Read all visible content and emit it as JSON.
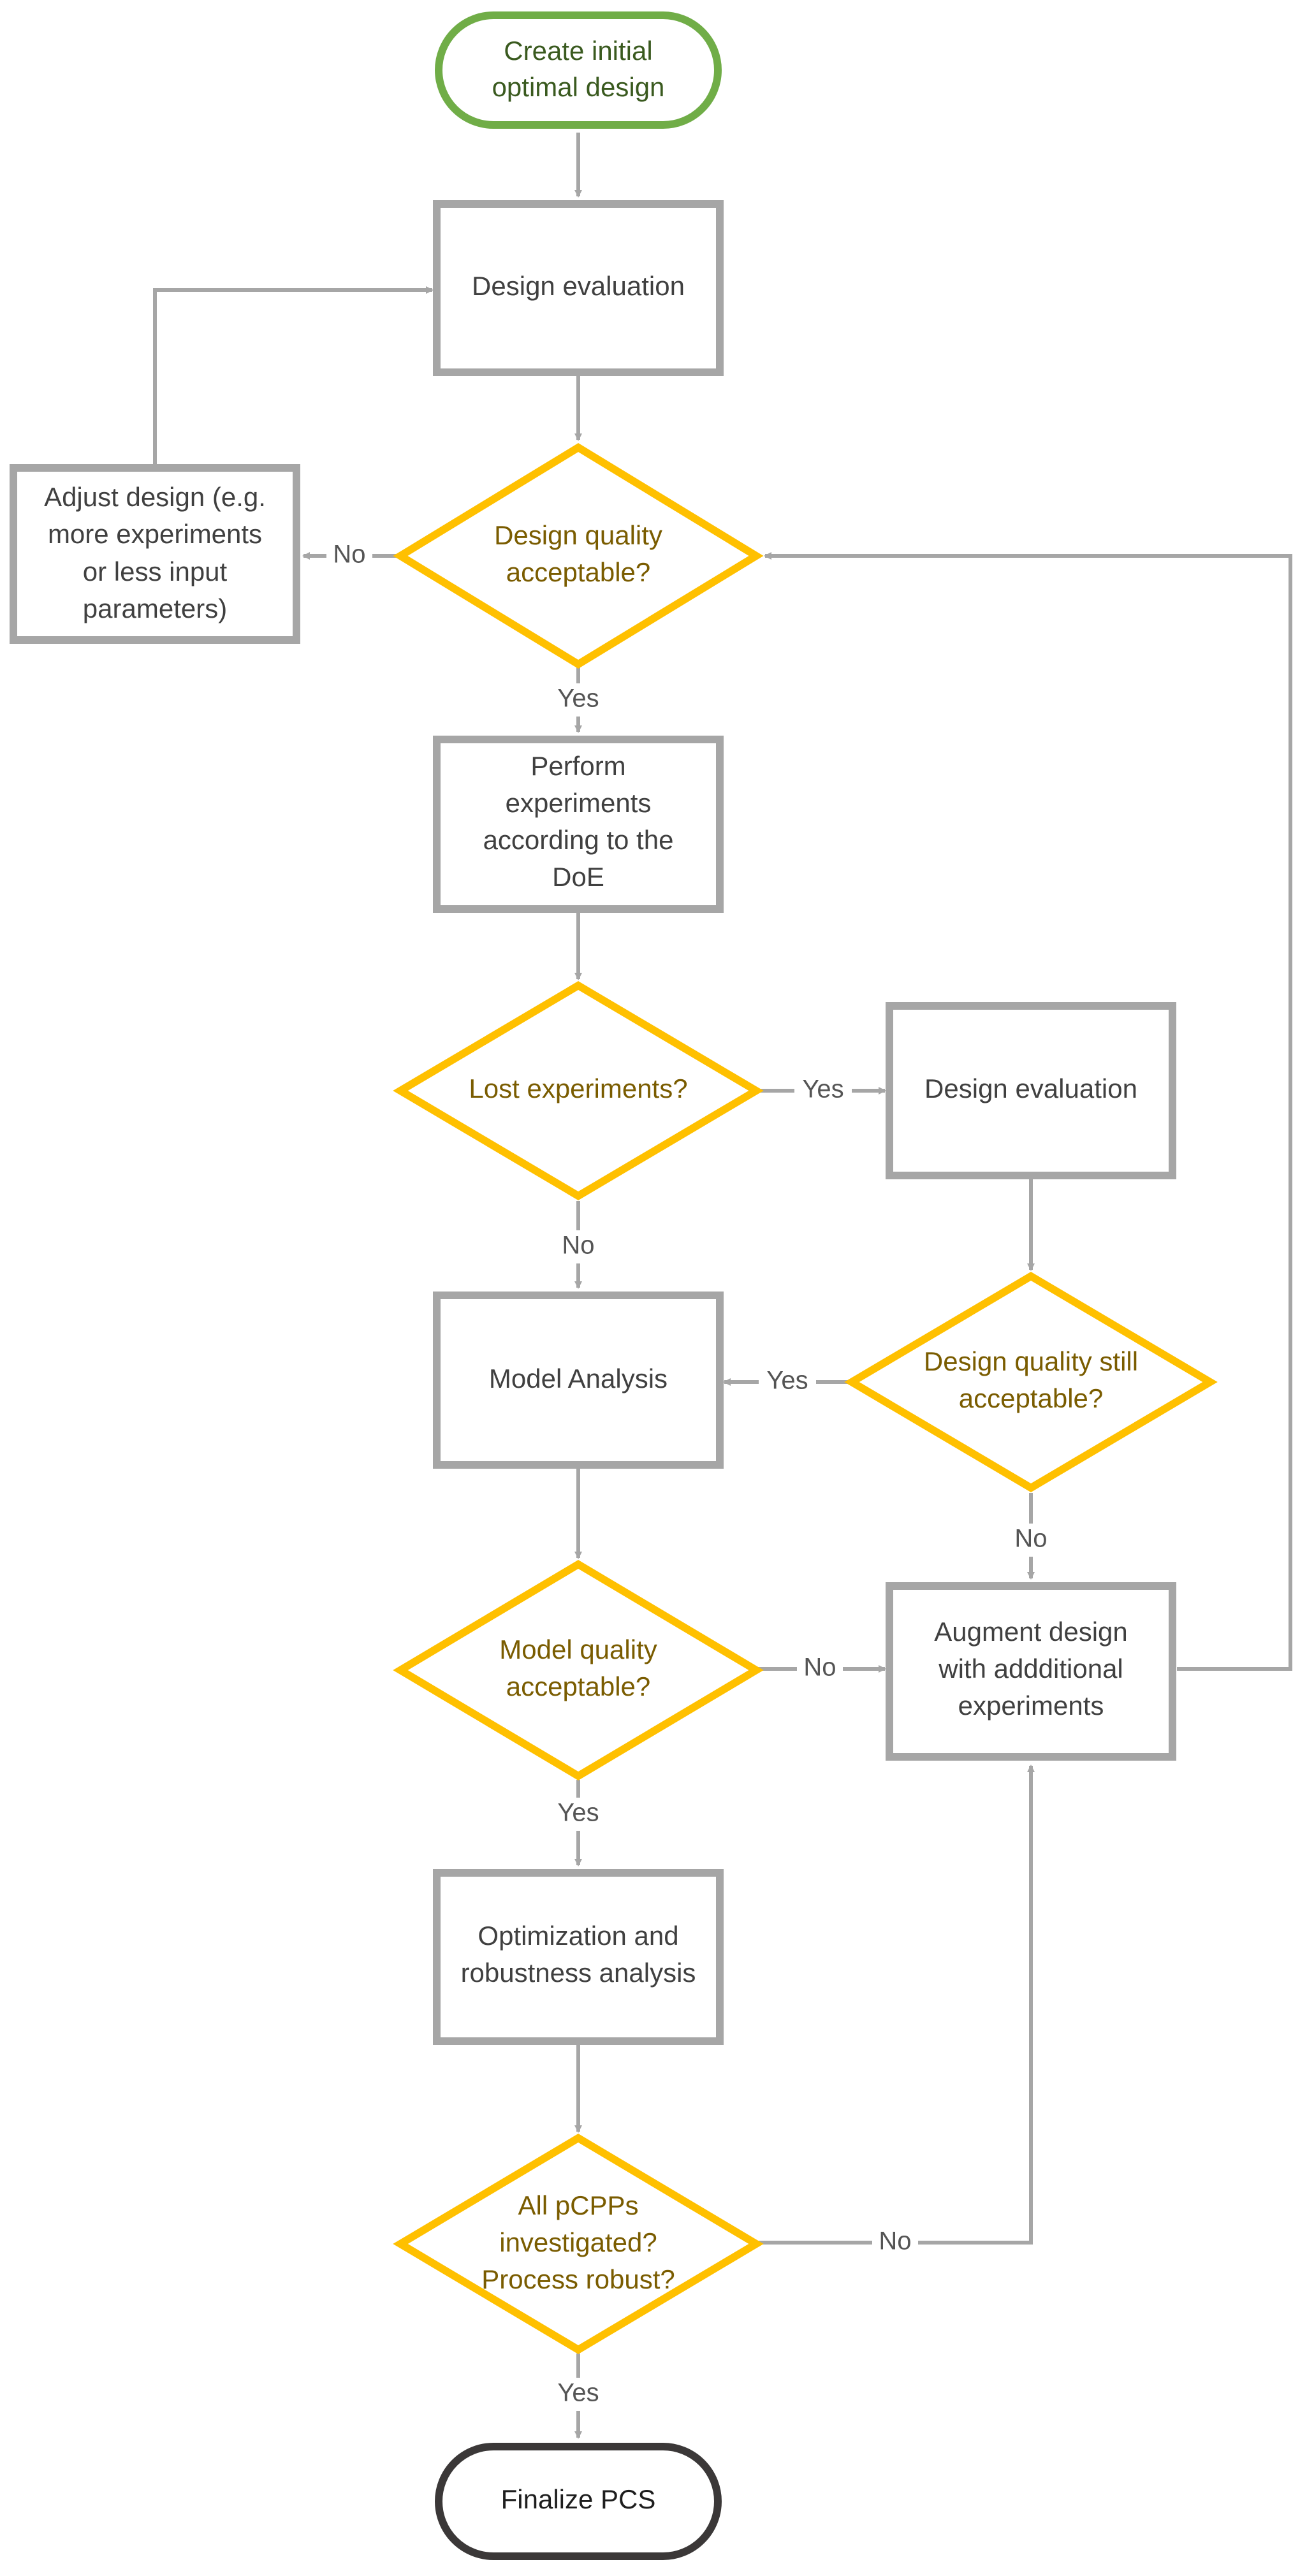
{
  "nodes": {
    "start": [
      "Create initial",
      "optimal design"
    ],
    "eval1": [
      "Design evaluation"
    ],
    "adjust": [
      "Adjust design (e.g.",
      "more experiments",
      "or less input",
      "parameters)"
    ],
    "quality1": [
      "Design quality",
      "acceptable?"
    ],
    "perform": [
      "Perform",
      "experiments",
      "according to the",
      "DoE"
    ],
    "lost": [
      "Lost experiments?"
    ],
    "eval2": [
      "Design evaluation"
    ],
    "quality2": [
      "Design quality still",
      "acceptable?"
    ],
    "model": [
      "Model Analysis"
    ],
    "modelq": [
      "Model quality",
      "acceptable?"
    ],
    "augment": [
      "Augment design",
      "with addditional",
      "experiments"
    ],
    "optim": [
      "Optimization and",
      "robustness analysis"
    ],
    "pcpp": [
      "All pCPPs",
      "investigated?",
      "Process robust?"
    ],
    "final": [
      "Finalize PCS"
    ]
  },
  "edge_labels": {
    "q1_no": "No",
    "q1_yes": "Yes",
    "lost_yes": "Yes",
    "lost_no": "No",
    "q2_yes": "Yes",
    "q2_no": "No",
    "modelq_no": "No",
    "modelq_yes": "Yes",
    "pcpp_no": "No",
    "pcpp_yes": "Yes"
  },
  "colors": {
    "process_border": "#a6a6a6",
    "decision_border": "#ffc000",
    "start_border": "#70ad47",
    "end_border": "#3b3838",
    "connector": "#a6a6a6"
  }
}
